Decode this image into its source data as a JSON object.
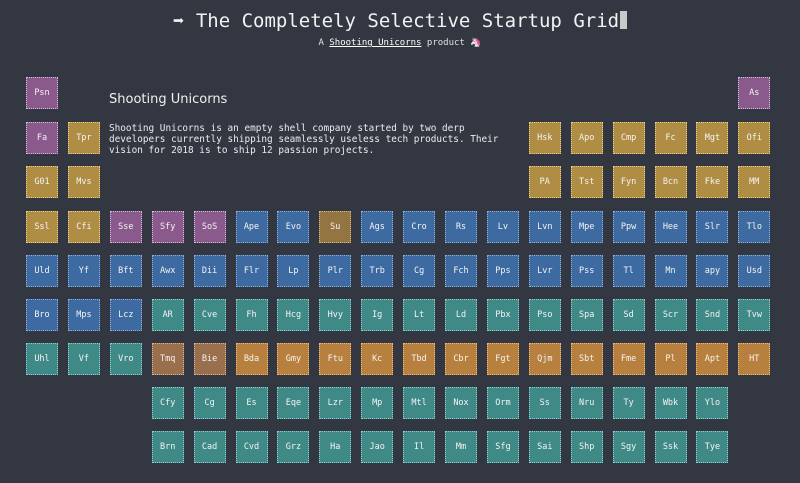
{
  "header": {
    "arrow": "➡",
    "title": "The Completely Selective Startup Grid",
    "subtitle_prefix": "A ",
    "subtitle_link": "Shooting Unicorns",
    "subtitle_suffix": " product ",
    "subtitle_icon": "🦄"
  },
  "info": {
    "title": "Shooting Unicorns",
    "text": "Shooting Unicorns is an empty shell company started by two derp developers currently shipping seamlessly useless tech products. Their vision for 2018 is to ship 12 passion projects."
  },
  "colors": {
    "purple": "#8b5a8d",
    "gold": "#b08d44",
    "blue": "#3d6aa0",
    "teal": "#3f8a87",
    "orange": "#b8803f"
  },
  "rows": [
    [
      [
        0,
        "Psn",
        "purple"
      ],
      [
        17,
        "As",
        "purple"
      ]
    ],
    [
      [
        0,
        "Fa",
        "purple"
      ],
      [
        1,
        "Tpr",
        "gold"
      ],
      [
        12,
        "Hsk",
        "gold"
      ],
      [
        13,
        "Apo",
        "gold"
      ],
      [
        14,
        "Cmp",
        "gold"
      ],
      [
        15,
        "Fc",
        "gold"
      ],
      [
        16,
        "Mgt",
        "gold"
      ],
      [
        17,
        "Ofi",
        "gold"
      ]
    ],
    [
      [
        0,
        "G01",
        "gold"
      ],
      [
        1,
        "Mvs",
        "gold"
      ],
      [
        12,
        "PA",
        "gold"
      ],
      [
        13,
        "Tst",
        "gold"
      ],
      [
        14,
        "Fyn",
        "gold"
      ],
      [
        15,
        "Bcn",
        "gold"
      ],
      [
        16,
        "Fke",
        "gold"
      ],
      [
        17,
        "MM",
        "gold"
      ]
    ],
    [
      [
        0,
        "Ssl",
        "gold"
      ],
      [
        1,
        "Cfi",
        "gold"
      ],
      [
        2,
        "Sse",
        "purple"
      ],
      [
        3,
        "Sfy",
        "purple"
      ],
      [
        4,
        "SoS",
        "purple"
      ],
      [
        5,
        "Ape",
        "blue"
      ],
      [
        6,
        "Evo",
        "blue"
      ],
      [
        7,
        "Su",
        "olive"
      ],
      [
        8,
        "Ags",
        "blue"
      ],
      [
        9,
        "Cro",
        "blue"
      ],
      [
        10,
        "Rs",
        "blue"
      ],
      [
        11,
        "Lv",
        "blue"
      ],
      [
        12,
        "Lvn",
        "blue"
      ],
      [
        13,
        "Mpe",
        "blue"
      ],
      [
        14,
        "Ppw",
        "blue"
      ],
      [
        15,
        "Hee",
        "blue"
      ],
      [
        16,
        "Slr",
        "blue"
      ],
      [
        17,
        "Tlo",
        "blue"
      ]
    ],
    [
      [
        0,
        "Uld",
        "blue"
      ],
      [
        1,
        "Yf",
        "blue"
      ],
      [
        2,
        "Bft",
        "blue"
      ],
      [
        3,
        "Awx",
        "blue"
      ],
      [
        4,
        "Dii",
        "blue"
      ],
      [
        5,
        "Flr",
        "blue"
      ],
      [
        6,
        "Lp",
        "blue"
      ],
      [
        7,
        "Plr",
        "blue"
      ],
      [
        8,
        "Trb",
        "blue"
      ],
      [
        9,
        "Cg",
        "blue"
      ],
      [
        10,
        "Fch",
        "blue"
      ],
      [
        11,
        "Pps",
        "blue"
      ],
      [
        12,
        "Lvr",
        "blue"
      ],
      [
        13,
        "Pss",
        "blue"
      ],
      [
        14,
        "Tl",
        "blue"
      ],
      [
        15,
        "Mn",
        "blue"
      ],
      [
        16,
        "apy",
        "blue"
      ],
      [
        17,
        "Usd",
        "blue"
      ]
    ],
    [
      [
        0,
        "Bro",
        "blue"
      ],
      [
        1,
        "Mps",
        "blue"
      ],
      [
        2,
        "Lcz",
        "blue"
      ],
      [
        3,
        "AR",
        "teal"
      ],
      [
        4,
        "Cve",
        "teal"
      ],
      [
        5,
        "Fh",
        "teal"
      ],
      [
        6,
        "Hcg",
        "teal"
      ],
      [
        7,
        "Hvy",
        "teal"
      ],
      [
        8,
        "Ig",
        "teal"
      ],
      [
        9,
        "Lt",
        "teal"
      ],
      [
        10,
        "Ld",
        "teal"
      ],
      [
        11,
        "Pbx",
        "teal"
      ],
      [
        12,
        "Pso",
        "teal"
      ],
      [
        13,
        "Spa",
        "teal"
      ],
      [
        14,
        "Sd",
        "teal"
      ],
      [
        15,
        "Scr",
        "teal"
      ],
      [
        16,
        "Snd",
        "teal"
      ],
      [
        17,
        "Tvw",
        "teal"
      ]
    ],
    [
      [
        0,
        "Uhl",
        "teal"
      ],
      [
        1,
        "Vf",
        "teal"
      ],
      [
        2,
        "Vro",
        "teal"
      ],
      [
        3,
        "Tmq",
        "sel"
      ],
      [
        4,
        "Bie",
        "sel"
      ],
      [
        5,
        "Bda",
        "orange"
      ],
      [
        6,
        "Gmy",
        "orange"
      ],
      [
        7,
        "Ftu",
        "orange"
      ],
      [
        8,
        "Kc",
        "orange"
      ],
      [
        9,
        "Tbd",
        "orange"
      ],
      [
        10,
        "Cbr",
        "orange"
      ],
      [
        11,
        "Fgt",
        "orange"
      ],
      [
        12,
        "Qjm",
        "orange"
      ],
      [
        13,
        "Sbt",
        "orange"
      ],
      [
        14,
        "Fme",
        "orange"
      ],
      [
        15,
        "Pl",
        "orange"
      ],
      [
        16,
        "Apt",
        "orange"
      ],
      [
        17,
        "HT",
        "orange"
      ]
    ],
    [
      [
        3,
        "Cfy",
        "teal"
      ],
      [
        4,
        "Cg",
        "teal"
      ],
      [
        5,
        "Es",
        "teal"
      ],
      [
        6,
        "Eqe",
        "teal"
      ],
      [
        7,
        "Lzr",
        "teal"
      ],
      [
        8,
        "Mp",
        "teal"
      ],
      [
        9,
        "Mtl",
        "teal"
      ],
      [
        10,
        "Nox",
        "teal"
      ],
      [
        11,
        "Orm",
        "teal"
      ],
      [
        12,
        "Ss",
        "teal"
      ],
      [
        13,
        "Nru",
        "teal"
      ],
      [
        14,
        "Ty",
        "teal"
      ],
      [
        15,
        "Wbk",
        "teal"
      ],
      [
        16,
        "Ylo",
        "teal"
      ]
    ],
    [
      [
        3,
        "Brn",
        "teal"
      ],
      [
        4,
        "Cad",
        "teal"
      ],
      [
        5,
        "Cvd",
        "teal"
      ],
      [
        6,
        "Grz",
        "teal"
      ],
      [
        7,
        "Ha",
        "teal"
      ],
      [
        8,
        "Jao",
        "teal"
      ],
      [
        9,
        "Il",
        "teal"
      ],
      [
        10,
        "Mm",
        "teal"
      ],
      [
        11,
        "Sfg",
        "teal"
      ],
      [
        12,
        "Sai",
        "teal"
      ],
      [
        13,
        "Shp",
        "teal"
      ],
      [
        14,
        "Sgy",
        "teal"
      ],
      [
        15,
        "Ssk",
        "teal"
      ],
      [
        16,
        "Tye",
        "teal"
      ]
    ]
  ]
}
